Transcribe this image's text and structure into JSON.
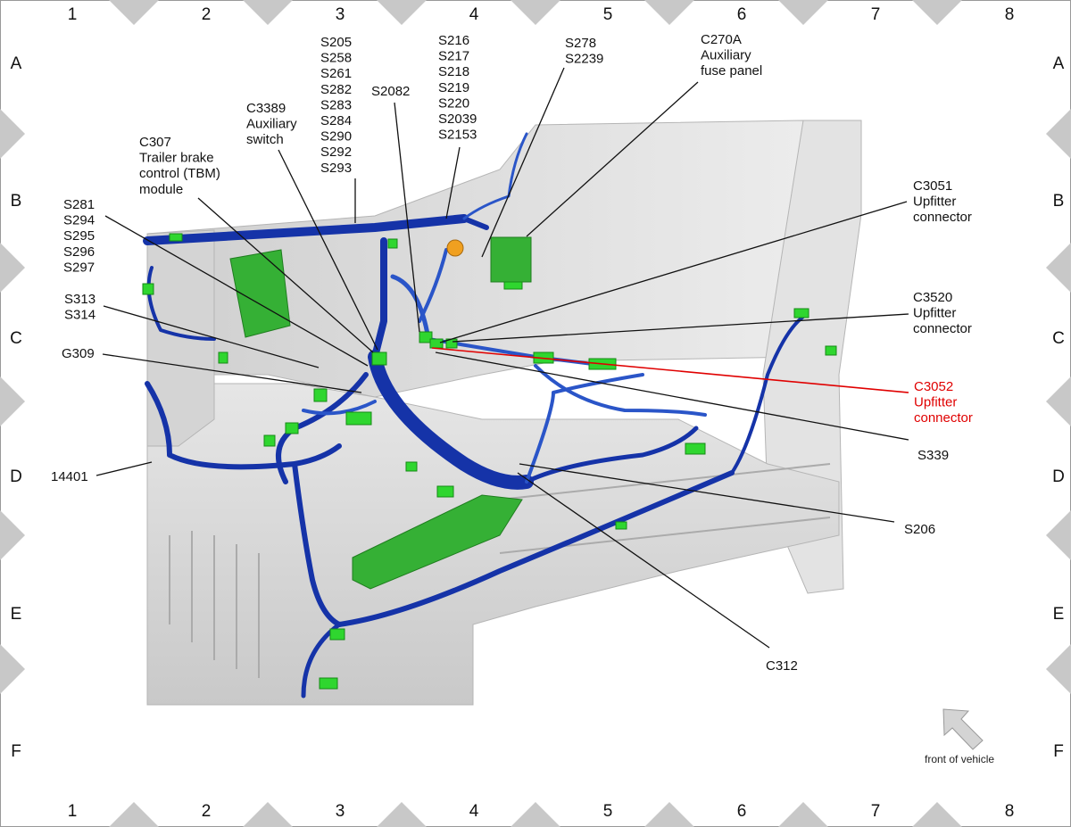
{
  "frame": {
    "columns": [
      "1",
      "2",
      "3",
      "4",
      "5",
      "6",
      "7",
      "8"
    ],
    "rows": [
      "A",
      "B",
      "C",
      "D",
      "E",
      "F"
    ]
  },
  "callouts": [
    {
      "id": "c3052",
      "lines": [
        "C3052",
        "Upfitter",
        "connector"
      ],
      "highlight": true
    },
    {
      "id": "s205",
      "lines": [
        "S205",
        "S258",
        "S261",
        "S282",
        "S283",
        "S284",
        "S290",
        "S292",
        "S293"
      ]
    },
    {
      "id": "s216",
      "lines": [
        "S216",
        "S217",
        "S218",
        "S219",
        "S220",
        "S2039",
        "S2153"
      ]
    },
    {
      "id": "s278",
      "lines": [
        "S278",
        "S2239"
      ]
    },
    {
      "id": "c270a",
      "lines": [
        "C270A",
        "Auxiliary",
        "fuse panel"
      ]
    },
    {
      "id": "s2082",
      "lines": [
        "S2082"
      ]
    },
    {
      "id": "c3389",
      "lines": [
        "C3389",
        "Auxiliary",
        "switch"
      ]
    },
    {
      "id": "c307",
      "lines": [
        "C307",
        "Trailer brake",
        "control (TBM)",
        "module"
      ]
    },
    {
      "id": "s281",
      "lines": [
        "S281",
        "S294",
        "S295",
        "S296",
        "S297"
      ]
    },
    {
      "id": "s313",
      "lines": [
        "S313",
        "S314"
      ]
    },
    {
      "id": "g309",
      "lines": [
        "G309"
      ]
    },
    {
      "id": "h14401",
      "lines": [
        "14401"
      ]
    },
    {
      "id": "c3051",
      "lines": [
        "C3051",
        "Upfitter",
        "connector"
      ]
    },
    {
      "id": "c3520",
      "lines": [
        "C3520",
        "Upfitter",
        "connector"
      ]
    },
    {
      "id": "s339",
      "lines": [
        "S339"
      ]
    },
    {
      "id": "s206",
      "lines": [
        "S206"
      ]
    },
    {
      "id": "c312",
      "lines": [
        "C312"
      ]
    }
  ],
  "orientation": {
    "label": "front of vehicle"
  },
  "colors": {
    "harness": "#1533a8",
    "harness_light": "#3b6fd6",
    "connector": "#2fd62f",
    "module": "#35b035",
    "body_panel": "#d9d9d9",
    "highlight": "#e00000",
    "frame_marker": "#c8c8c8"
  }
}
